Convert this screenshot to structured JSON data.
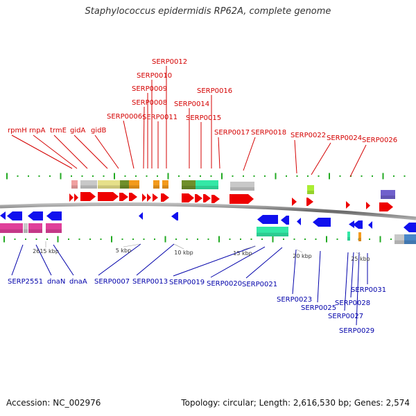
{
  "title": "Staphylococcus epidermidis RP62A, complete genome",
  "accession": "Accession: NC_002976",
  "summary": "Topology: circular; Length: 2,616,530 bp; Genes: 2,574",
  "colors": {
    "top_label": "#d40000",
    "bottom_label": "#0000aa",
    "forward_gene": "#ee0000",
    "reverse_gene": "#1010ee",
    "axis": "#777777",
    "tick": "#22aa22"
  },
  "scale_labels": [
    "2615 kbp",
    "5 kbp",
    "10 kbp",
    "15 kbp",
    "20 kbp",
    "25 kbp"
  ],
  "top_genes": [
    "rpmH",
    "rnpA",
    "trmE",
    "gidA",
    "gidB",
    "SERP0006",
    "SERP0008",
    "SERP0009",
    "SERP0010",
    "SERP0012",
    "SERP0011",
    "SERP0014",
    "SERP0015",
    "SERP0016",
    "SERP0017",
    "SERP0018",
    "SERP0022",
    "SERP0024",
    "SERP0026"
  ],
  "bottom_genes": [
    "SERP2551",
    "dnaN",
    "dnaA",
    "SERP0007",
    "SERP0013",
    "SERP0019",
    "SERP0020",
    "SERP0021",
    "SERP0023",
    "SERP0025",
    "SERP0028",
    "SERP0027",
    "SERP0029",
    "SERP0031"
  ]
}
